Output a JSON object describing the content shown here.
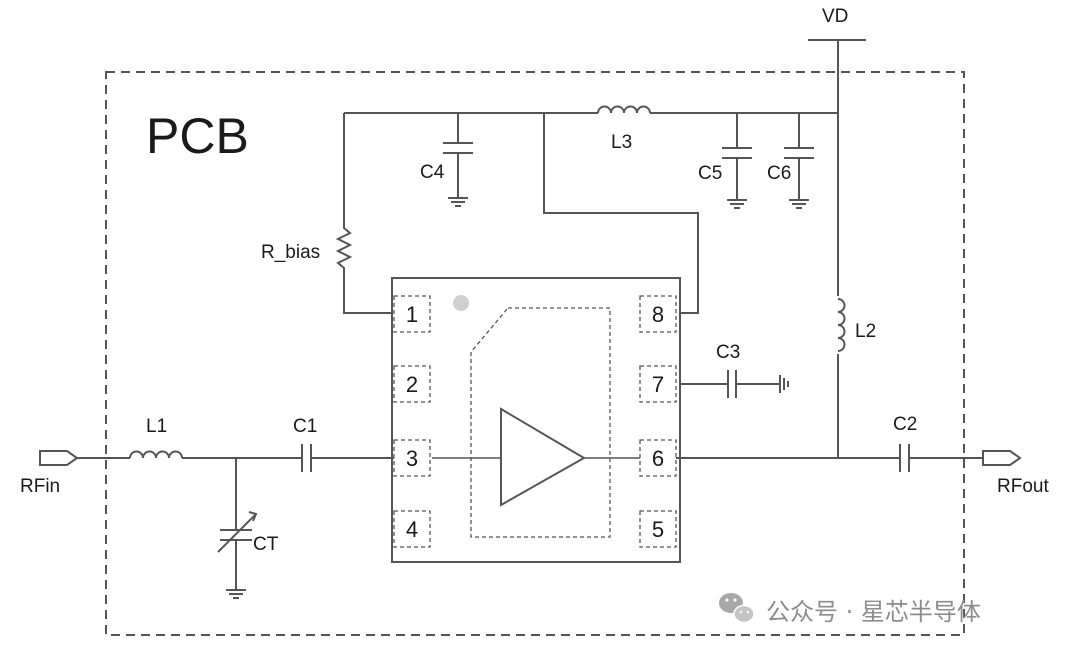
{
  "diagram": {
    "board_label": "PCB",
    "supply": {
      "net": "VD"
    },
    "ports": {
      "input": "RFin",
      "output": "RFout"
    },
    "components": {
      "l1": "L1",
      "c1": "C1",
      "ct": "CT",
      "c2": "C2",
      "l2": "L2",
      "l3": "L3",
      "c3": "C3",
      "c4": "C4",
      "c5": "C5",
      "c6": "C6",
      "r_bias": "R_bias"
    },
    "ic": {
      "pins": [
        "1",
        "2",
        "3",
        "4",
        "5",
        "6",
        "7",
        "8"
      ]
    }
  },
  "watermark": {
    "text": "公众号 · 星芯半导体",
    "icon": "wechat-icon"
  }
}
